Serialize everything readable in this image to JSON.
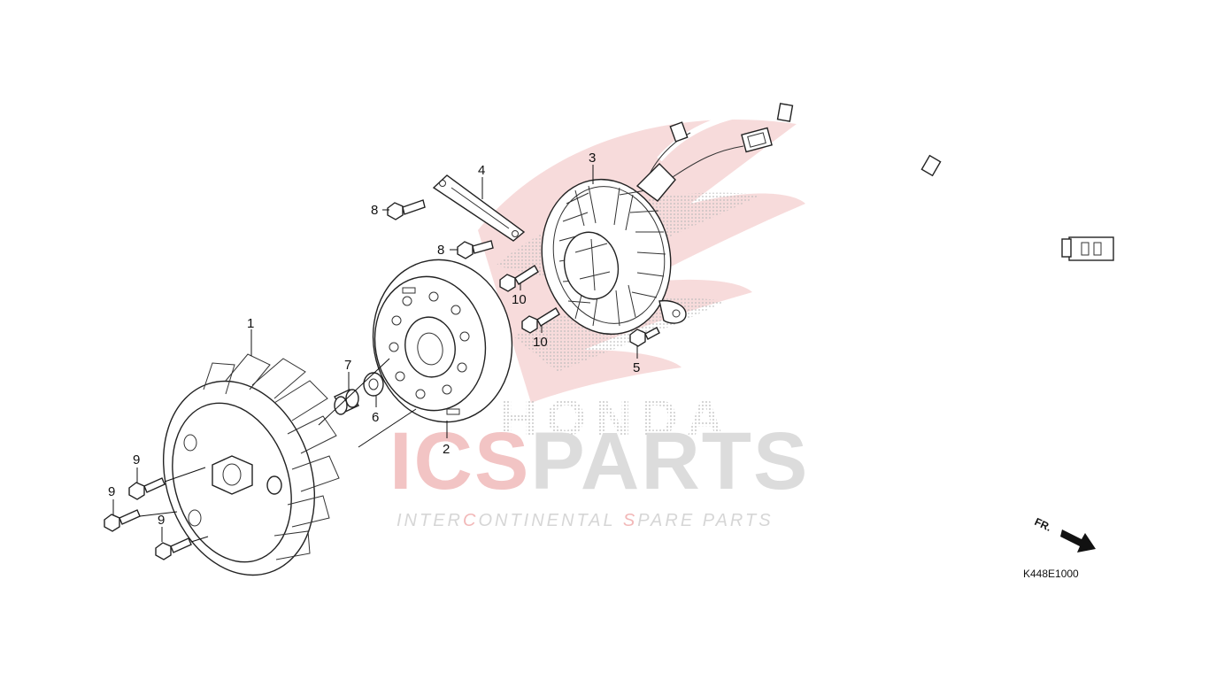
{
  "diagram": {
    "code": "K448E1000",
    "direction_label": "FR.",
    "callouts": [
      {
        "id": "1",
        "label": "1"
      },
      {
        "id": "2",
        "label": "2"
      },
      {
        "id": "3",
        "label": "3"
      },
      {
        "id": "4",
        "label": "4"
      },
      {
        "id": "5",
        "label": "5"
      },
      {
        "id": "6",
        "label": "6"
      },
      {
        "id": "7",
        "label": "7"
      },
      {
        "id": "8a",
        "label": "8"
      },
      {
        "id": "8b",
        "label": "8"
      },
      {
        "id": "9a",
        "label": "9"
      },
      {
        "id": "9b",
        "label": "9"
      },
      {
        "id": "9c",
        "label": "9"
      },
      {
        "id": "10a",
        "label": "10"
      },
      {
        "id": "10b",
        "label": "10"
      }
    ]
  },
  "watermark": {
    "brand_ics": "ICS",
    "brand_parts": "PARTS",
    "tagline_segments": [
      {
        "text": "INTER",
        "color": "#d6d6d6"
      },
      {
        "text": "C",
        "color": "#f2b8b8"
      },
      {
        "text": "ONTINENTAL ",
        "color": "#d6d6d6"
      },
      {
        "text": "S",
        "color": "#f2b8b8"
      },
      {
        "text": "PARE PARTS",
        "color": "#d6d6d6"
      }
    ],
    "honda_text": "HONDA",
    "colors": {
      "red": "#f2c4c4",
      "grey": "#dcdcdc",
      "dots": "#bdbdbd"
    }
  }
}
